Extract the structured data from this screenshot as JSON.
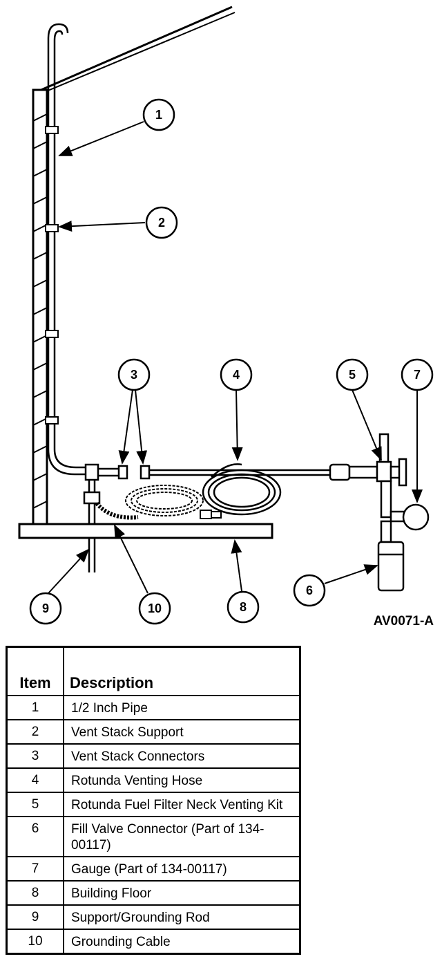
{
  "figure_id": "AV0071-A",
  "callouts": [
    "1",
    "2",
    "3",
    "4",
    "5",
    "6",
    "7",
    "8",
    "9",
    "10"
  ],
  "legend": {
    "header_item": "Item",
    "header_description": "Description",
    "rows": [
      {
        "item": "1",
        "description": "1/2 Inch Pipe"
      },
      {
        "item": "2",
        "description": "Vent Stack Support"
      },
      {
        "item": "3",
        "description": "Vent Stack Connectors"
      },
      {
        "item": "4",
        "description": "Rotunda Venting Hose"
      },
      {
        "item": "5",
        "description": "Rotunda Fuel Filter Neck Venting Kit"
      },
      {
        "item": "6",
        "description": "Fill Valve Connector (Part of 134-00117)"
      },
      {
        "item": "7",
        "description": "Gauge (Part of 134-00117)"
      },
      {
        "item": "8",
        "description": "Building Floor"
      },
      {
        "item": "9",
        "description": "Support/Grounding Rod"
      },
      {
        "item": "10",
        "description": "Grounding Cable"
      }
    ]
  }
}
